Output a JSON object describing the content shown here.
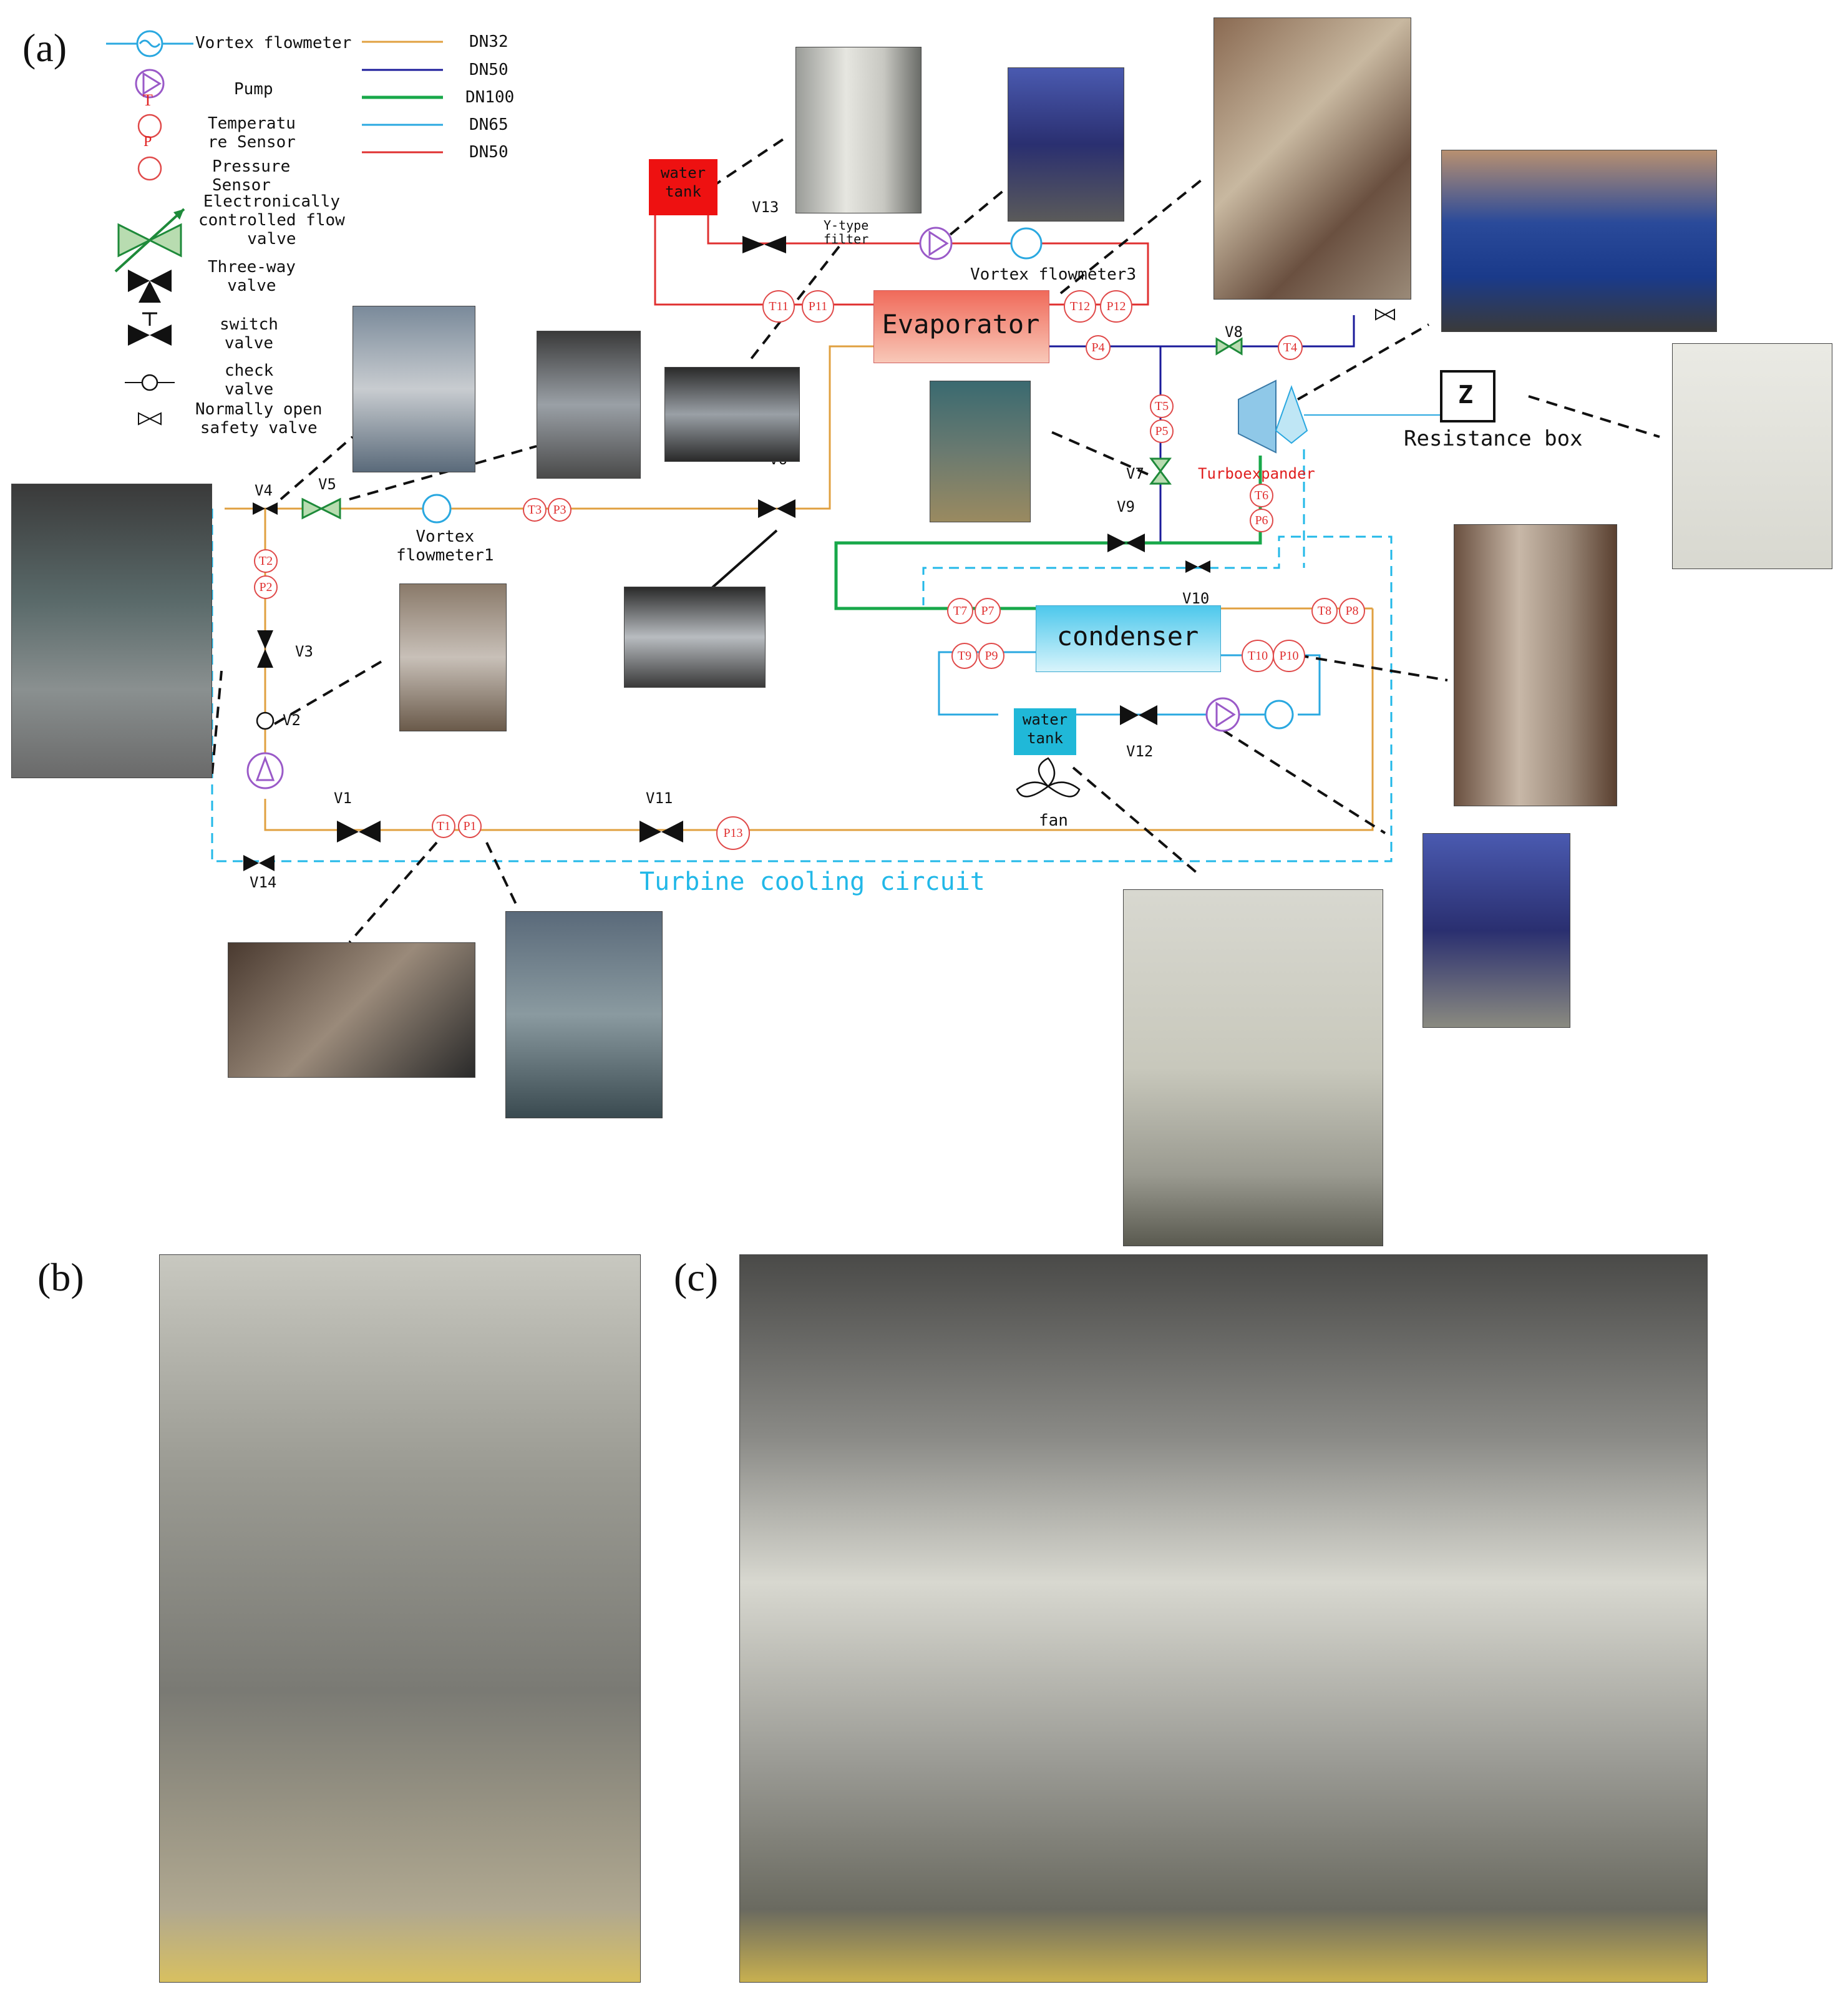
{
  "panels": {
    "a": "(a)",
    "b": "(b)",
    "c": "(c)"
  },
  "legend": {
    "vortex": "Vortex flowmeter",
    "pump": "Pump",
    "temp": [
      "Temperatu",
      "re Sensor"
    ],
    "pressure": [
      "Pressure",
      "Sensor"
    ],
    "ecfv": [
      "Electronically",
      "controlled flow",
      "valve"
    ],
    "threeway": [
      "Three-way",
      "valve"
    ],
    "switch": [
      "switch",
      "valve"
    ],
    "check": [
      "check",
      "valve"
    ],
    "safety": [
      "Normally open",
      "safety valve"
    ],
    "temp_symbol": "T",
    "pressure_symbol": "P",
    "pipes": [
      {
        "label": "DN32",
        "color": "#e0a040"
      },
      {
        "label": "DN50",
        "color": "#1a1a9a"
      },
      {
        "label": "DN100",
        "color": "#18a84a"
      },
      {
        "label": "DN65",
        "color": "#2aa8e0"
      },
      {
        "label": "DN50",
        "color": "#e03030"
      }
    ]
  },
  "components": {
    "evaporator": "Evaporator",
    "condenser": "condenser",
    "water_tank_top": [
      "water",
      "tank"
    ],
    "water_tank_bottom": [
      "water",
      "tank"
    ],
    "turboexpander": "Turboexpander",
    "resistance_box": "Resistance box",
    "resistance_symbol": "Z",
    "fan": "fan",
    "y_filter": [
      "Y-type",
      "filter"
    ],
    "vortex_flowmeter3": "Vortex flowmeter3",
    "vortex_flowmeter1": [
      "Vortex",
      "flowmeter1"
    ],
    "cooling_circuit": "Turbine cooling circuit"
  },
  "valves": [
    "V1",
    "V2",
    "V3",
    "V4",
    "V5",
    "V6",
    "V7",
    "V8",
    "V9",
    "V10",
    "V11",
    "V12",
    "V13",
    "V14"
  ],
  "sensors": [
    "T1",
    "P1",
    "T2",
    "P2",
    "T3",
    "P3",
    "T4",
    "P4",
    "T5",
    "P5",
    "T6",
    "P6",
    "T7",
    "P7",
    "T8",
    "P8",
    "T9",
    "P9",
    "T10",
    "P10",
    "T11",
    "P11",
    "T12",
    "P12",
    "P13"
  ],
  "colors": {
    "dn32": "#e0a040",
    "dn50": "#1a1a9a",
    "dn100": "#18a84a",
    "dn65": "#2aa8e0",
    "dn50red": "#e03030",
    "cooling": "#22b8e8",
    "evaporator": "#f08a7a",
    "condenser": "#4dc8ec",
    "tank_red": "#ee1111",
    "tank_cyan": "#20b8d8"
  }
}
